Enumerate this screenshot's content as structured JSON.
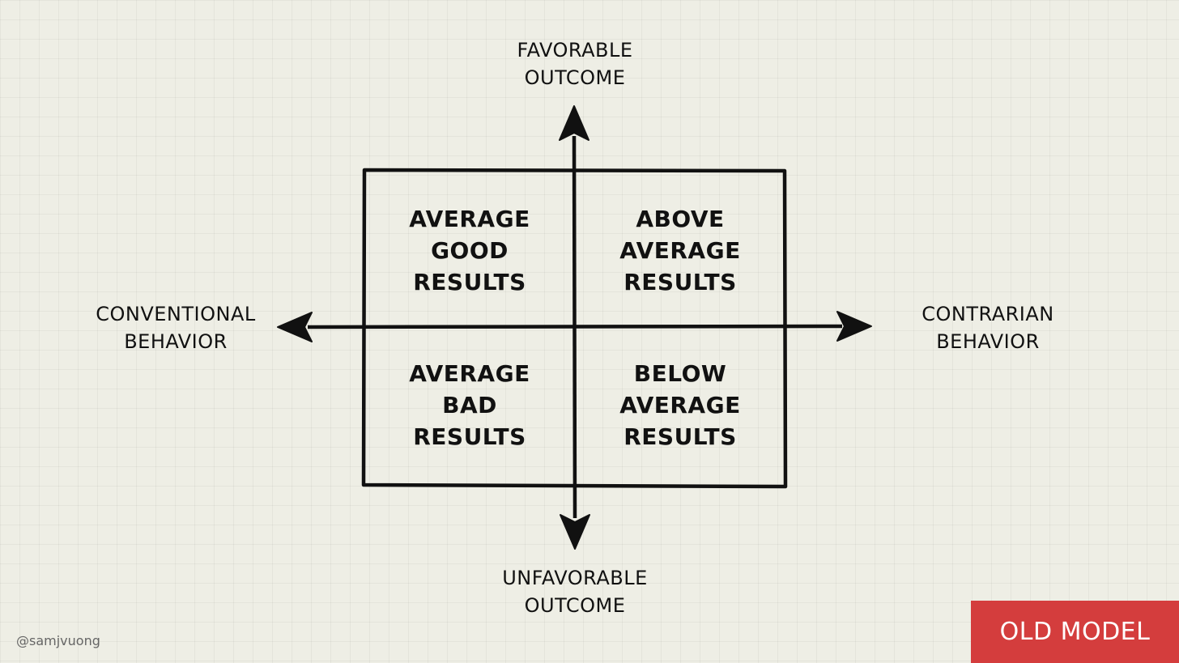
{
  "axis_labels": {
    "top": [
      "FAVORABLE",
      "OUTCOME"
    ],
    "bottom": [
      "UNFAVORABLE",
      "OUTCOME"
    ],
    "left": [
      "CONVENTIONAL",
      "BEHAVIOR"
    ],
    "right": [
      "CONTRARIAN",
      "BEHAVIOR"
    ]
  },
  "quadrants": {
    "top_left": [
      "AVERAGE",
      "GOOD",
      "RESULTS"
    ],
    "top_right": [
      "ABOVE",
      "AVERAGE",
      "RESULTS"
    ],
    "bottom_left": [
      "AVERAGE",
      "BAD",
      "RESULTS"
    ],
    "bottom_right": [
      "BELOW",
      "AVERAGE",
      "RESULTS"
    ]
  },
  "credit": "@samjvuong",
  "badge": {
    "label": "OLD MODEL",
    "color": "#d43d3d"
  },
  "colors": {
    "background": "#eeeee5",
    "ink": "#111111"
  }
}
